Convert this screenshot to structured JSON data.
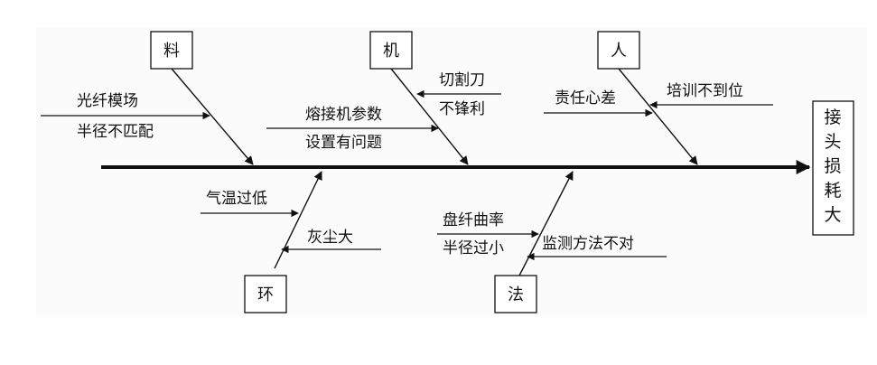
{
  "diagram": {
    "effect": {
      "lines": [
        "接",
        "头",
        "损",
        "耗",
        "大"
      ]
    },
    "categories": {
      "material": "料",
      "machine": "机",
      "man": "人",
      "environment": "环",
      "method": "法"
    },
    "causes": {
      "material_1_line1": "光纤模场",
      "material_1_line2": "半径不匹配",
      "machine_1_line1": "熔接机参数",
      "machine_1_line2": "设置有问题",
      "machine_2_line1": "切割刀",
      "machine_2_line2": "不锋利",
      "man_1": "责任心差",
      "man_2": "培训不到位",
      "env_1": "气温过低",
      "env_2": "灰尘大",
      "method_1_line1": "盘纤曲率",
      "method_1_line2": "半径过小",
      "method_2": "监测方法不对"
    }
  }
}
